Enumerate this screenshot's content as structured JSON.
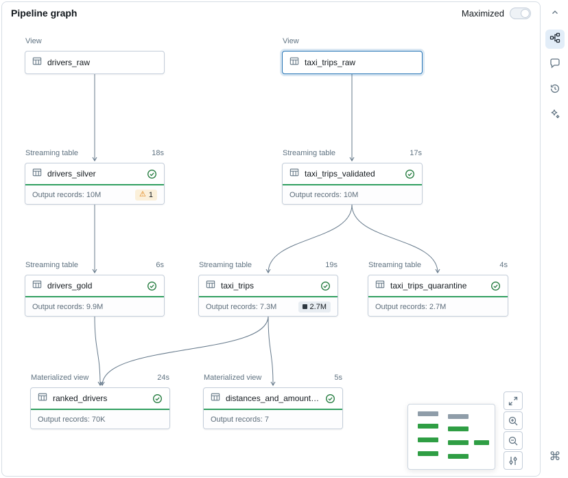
{
  "header": {
    "title": "Pipeline graph",
    "maximized_label": "Maximized"
  },
  "canvas": {
    "nodes": [
      {
        "id": "drivers_raw",
        "type": "View",
        "name": "drivers_raw"
      },
      {
        "id": "taxi_trips_raw",
        "type": "View",
        "name": "taxi_trips_raw",
        "selected": true
      },
      {
        "id": "drivers_silver",
        "type": "Streaming table",
        "duration": "18s",
        "name": "drivers_silver",
        "status": "success",
        "output": "Output records: 10M",
        "warning_count": "1"
      },
      {
        "id": "taxi_trips_validated",
        "type": "Streaming table",
        "duration": "17s",
        "name": "taxi_trips_validated",
        "status": "success",
        "output": "Output records: 10M"
      },
      {
        "id": "drivers_gold",
        "type": "Streaming table",
        "duration": "6s",
        "name": "drivers_gold",
        "status": "success",
        "output": "Output records: 9.9M"
      },
      {
        "id": "taxi_trips",
        "type": "Streaming table",
        "duration": "19s",
        "name": "taxi_trips",
        "status": "success",
        "output": "Output records: 7.3M",
        "metric_badge": "2.7M"
      },
      {
        "id": "taxi_trips_quarantine",
        "type": "Streaming table",
        "duration": "4s",
        "name": "taxi_trips_quarantine",
        "status": "success",
        "output": "Output records: 2.7M"
      },
      {
        "id": "ranked_drivers",
        "type": "Materialized view",
        "duration": "24s",
        "name": "ranked_drivers",
        "status": "success",
        "output": "Output records: 70K"
      },
      {
        "id": "distances_and_amounts",
        "type": "Materialized view",
        "duration": "5s",
        "name": "distances_and_amounts_b...",
        "status": "success",
        "output": "Output records: 7"
      }
    ],
    "edges": [
      {
        "from": "drivers_raw",
        "to": "drivers_silver"
      },
      {
        "from": "taxi_trips_raw",
        "to": "taxi_trips_validated"
      },
      {
        "from": "drivers_silver",
        "to": "drivers_gold"
      },
      {
        "from": "taxi_trips_validated",
        "to": "taxi_trips"
      },
      {
        "from": "taxi_trips_validated",
        "to": "taxi_trips_quarantine"
      },
      {
        "from": "drivers_gold",
        "to": "ranked_drivers"
      },
      {
        "from": "taxi_trips",
        "to": "ranked_drivers"
      },
      {
        "from": "taxi_trips",
        "to": "distances_and_amounts"
      }
    ]
  },
  "icons": {
    "warning": "⚠",
    "command": "⌘"
  },
  "colors": {
    "accent_blue": "#2272B4",
    "success_green": "#2F9E5F",
    "warning_amber": "#DE7802",
    "edge_gray": "#64788A"
  },
  "rail": {
    "items": [
      "chevron-up",
      "pipeline-graph",
      "comments",
      "history",
      "assistant"
    ],
    "selected": "pipeline-graph",
    "bottom": "command"
  },
  "zoom_controls": [
    "expand",
    "zoom-in",
    "zoom-out",
    "display-settings"
  ]
}
